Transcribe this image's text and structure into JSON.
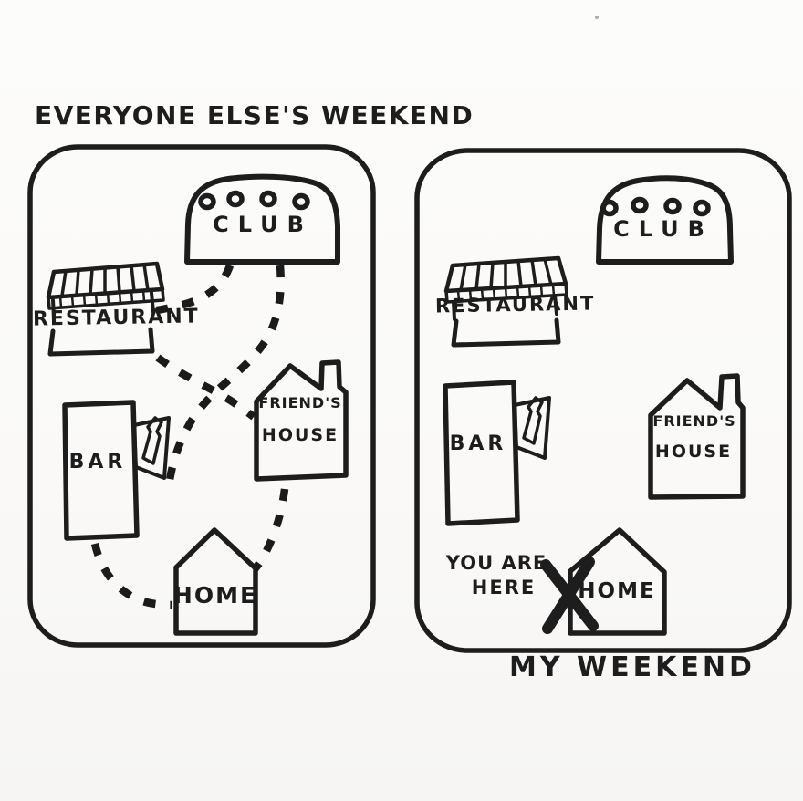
{
  "canvas": {
    "background_color": "#fbfaf8",
    "ink_color": "#1d1d1d",
    "style": "hand-drawn marker sketch"
  },
  "left_map": {
    "title": "EVERYONE ELSE'S WEEKEND",
    "club_label": "CLUB",
    "restaurant_label": "RESTAURANT",
    "bar_label": "BAR",
    "friends_house_label_line1": "FRIEND'S",
    "friends_house_label_line2": "HOUSE",
    "home_label": "HOME",
    "route_style": "dashed",
    "routes": [
      "club-restaurant",
      "club-bar",
      "restaurant-friends-house",
      "friends-house-home",
      "bar-home"
    ]
  },
  "right_map": {
    "title": "MY WEEKEND",
    "club_label": "CLUB",
    "restaurant_label": "RESTAURANT",
    "bar_label": "BAR",
    "friends_house_label_line1": "FRIEND'S",
    "friends_house_label_line2": "HOUSE",
    "home_label": "HOME",
    "marker_label_line1": "YOU ARE",
    "marker_label_line2": "HERE",
    "marker_symbol": "X",
    "routes": []
  }
}
